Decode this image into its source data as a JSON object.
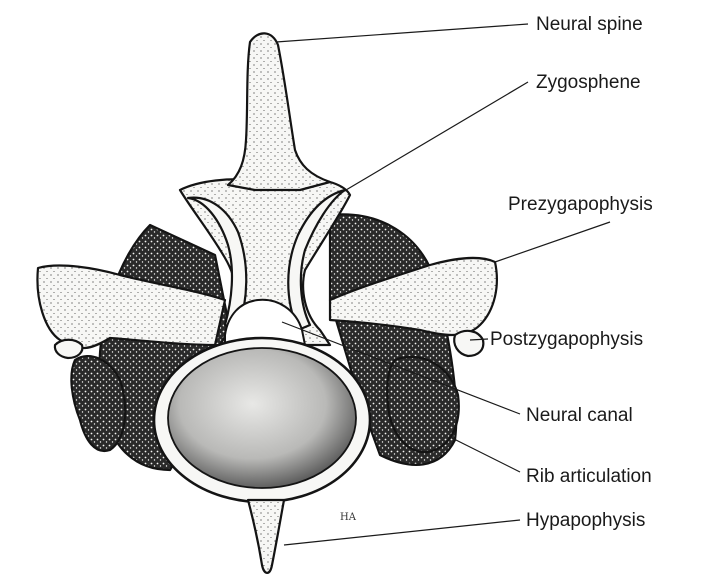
{
  "labels": {
    "neural_spine": "Neural spine",
    "zygosphene": "Zygosphene",
    "prezygapophysis": "Prezygapophysis",
    "postzygapophysis": "Postzygapophysis",
    "neural_canal": "Neural canal",
    "rib_articulation": "Rib articulation",
    "hypapophysis": "Hypapophysis"
  },
  "signature": "HA",
  "colors": {
    "ink": "#141414",
    "paper": "#ffffff",
    "bone": "#f7f7f5"
  }
}
